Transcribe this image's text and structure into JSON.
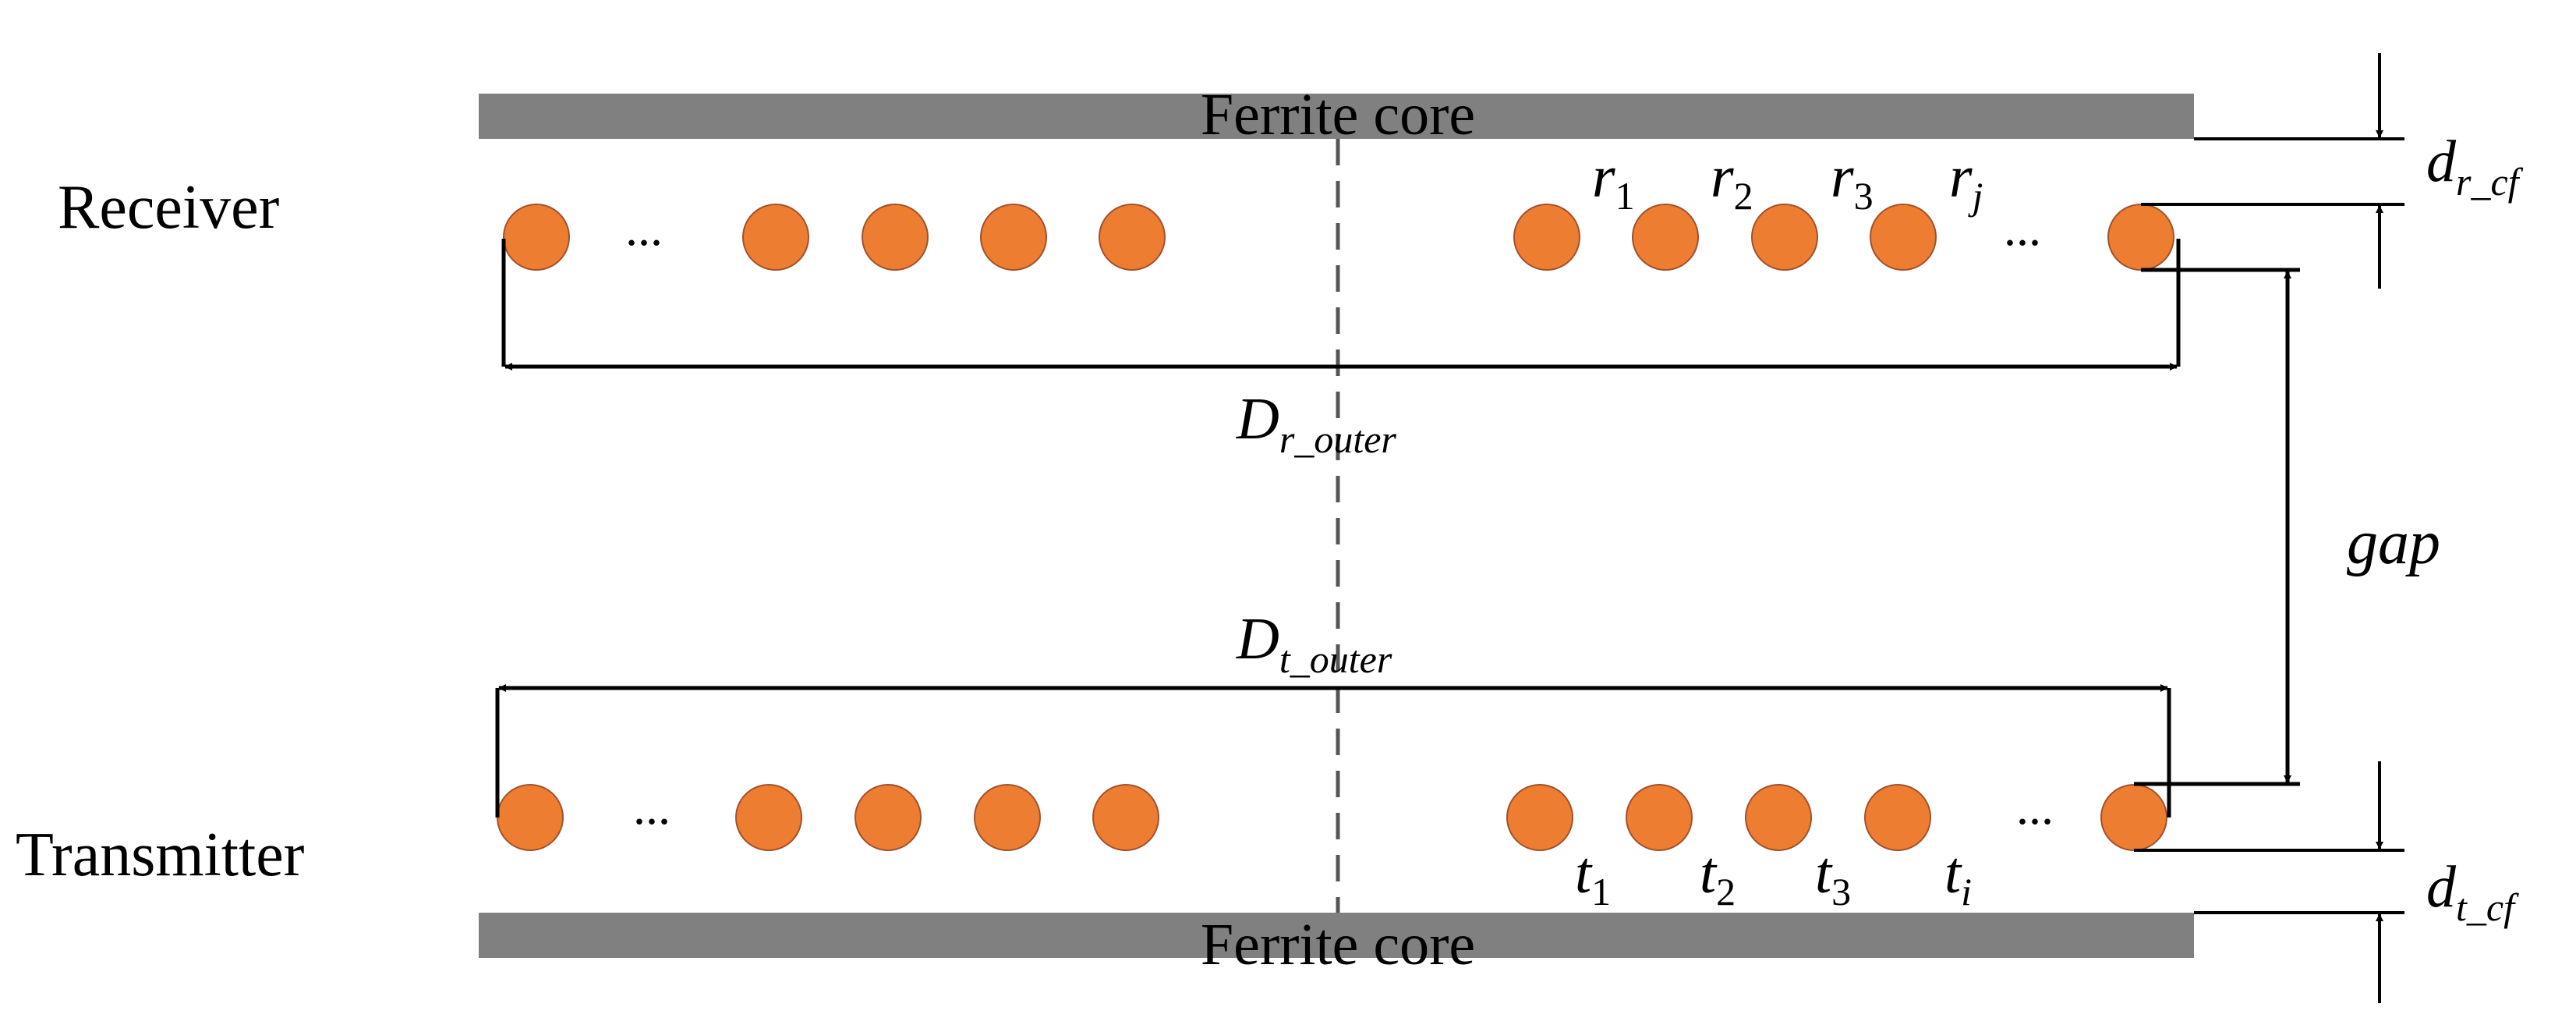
{
  "labels": {
    "receiver": "Receiver",
    "transmitter": "Transmitter",
    "ferrite_top": "Ferrite core",
    "ferrite_bottom": "Ferrite core",
    "dots": "...",
    "gap": "gap",
    "d_r_cf": {
      "main": "d",
      "sub": "r_cf"
    },
    "d_t_cf": {
      "main": "d",
      "sub": "t_cf"
    },
    "D_r_outer": {
      "main": "D",
      "sub": "r_outer"
    },
    "D_t_outer": {
      "main": "D",
      "sub": "t_outer"
    },
    "receiver_turns": [
      {
        "main": "r",
        "sub": "1"
      },
      {
        "main": "r",
        "sub": "2"
      },
      {
        "main": "r",
        "sub": "3"
      },
      {
        "main": "r",
        "sub": "j"
      }
    ],
    "transmitter_turns": [
      {
        "main": "t",
        "sub": "1"
      },
      {
        "main": "t",
        "sub": "2"
      },
      {
        "main": "t",
        "sub": "3"
      },
      {
        "main": "t",
        "sub": "i"
      }
    ]
  },
  "colors": {
    "ferrite": "#808080",
    "conductor_fill": "#ED7D31",
    "conductor_stroke": "#A0522D",
    "line": "#000000",
    "axis": "#555555"
  }
}
